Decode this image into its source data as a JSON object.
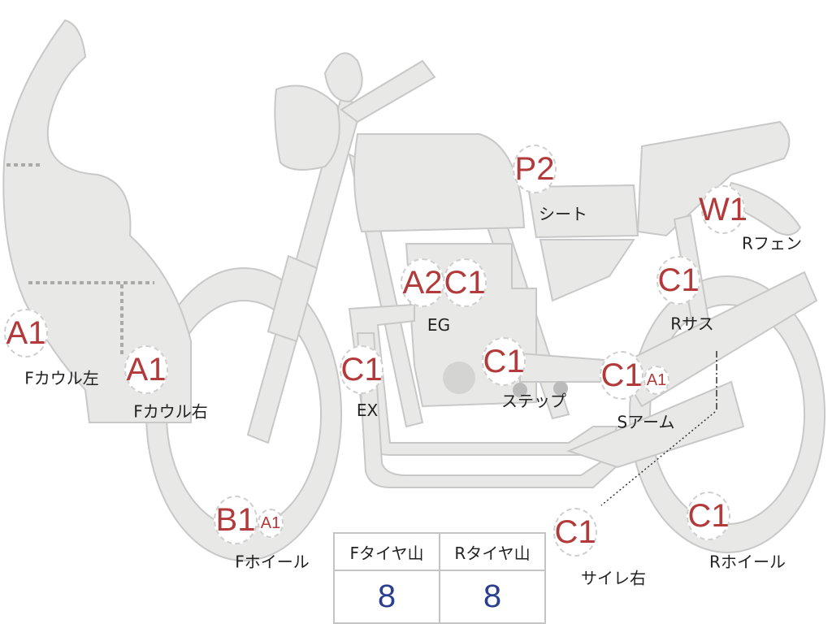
{
  "colors": {
    "part_fill": "#e8e8e6",
    "part_stroke": "#c8c8c8",
    "badge_text": "#b33a3a",
    "value_text": "#2a3f8f"
  },
  "badges": {
    "f_cowl_left": "A1",
    "f_cowl_right": "A1",
    "f_wheel_main": "B1",
    "f_wheel_sub": "A1",
    "engine_1": "A2",
    "engine_2": "C1",
    "exhaust": "C1",
    "step": "C1",
    "seat": "P2",
    "r_fender": "W1",
    "r_suspension": "C1",
    "swingarm_main": "C1",
    "swingarm_sub": "A1",
    "muffler_right": "C1",
    "r_wheel": "C1"
  },
  "labels": {
    "f_cowl_left": "Fカウル左",
    "f_cowl_right": "Fカウル右",
    "f_wheel": "Fホイール",
    "engine": "EG",
    "exhaust": "EX",
    "step": "ステップ",
    "seat": "シート",
    "r_fender": "Rフェン",
    "r_suspension": "Rサス",
    "swingarm": "Sアーム",
    "muffler_right": "サイレ右",
    "r_wheel": "Rホイール"
  },
  "tire_table": {
    "headers": [
      "Fタイヤ山",
      "Rタイヤ山"
    ],
    "values": [
      "8",
      "8"
    ]
  }
}
